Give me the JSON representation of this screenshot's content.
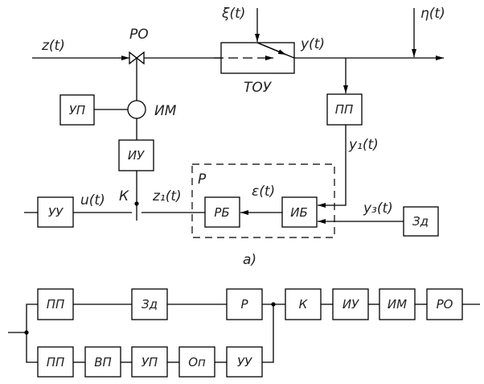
{
  "diagram_a": {
    "caption": "а)",
    "signals": {
      "z": "z(t)",
      "xi": "ξ(t)",
      "y": "y(t)",
      "eta": "η(t)",
      "y1": "y₁(t)",
      "u": "u(t)",
      "z1": "z₁(t)",
      "eps": "ε(t)",
      "y3": "y₃(t)"
    },
    "labels": {
      "regulating_organ": "РО",
      "actuator_mechanism": "ИМ",
      "controlled_object": "ТОУ",
      "switch": "К",
      "regulator_frame": "Р"
    },
    "blocks": {
      "up": "УП",
      "pp": "ПП",
      "iu": "ИУ",
      "uu": "УУ",
      "rb": "РБ",
      "ib": "ИБ",
      "zd": "Зд"
    }
  },
  "diagram_b": {
    "top_row": [
      "ПП",
      "Зд",
      "Р"
    ],
    "bottom_row": [
      "ПП",
      "ВП",
      "УП",
      "Оп",
      "УУ"
    ],
    "output_chain": [
      "К",
      "ИУ",
      "ИМ",
      "РО"
    ]
  }
}
